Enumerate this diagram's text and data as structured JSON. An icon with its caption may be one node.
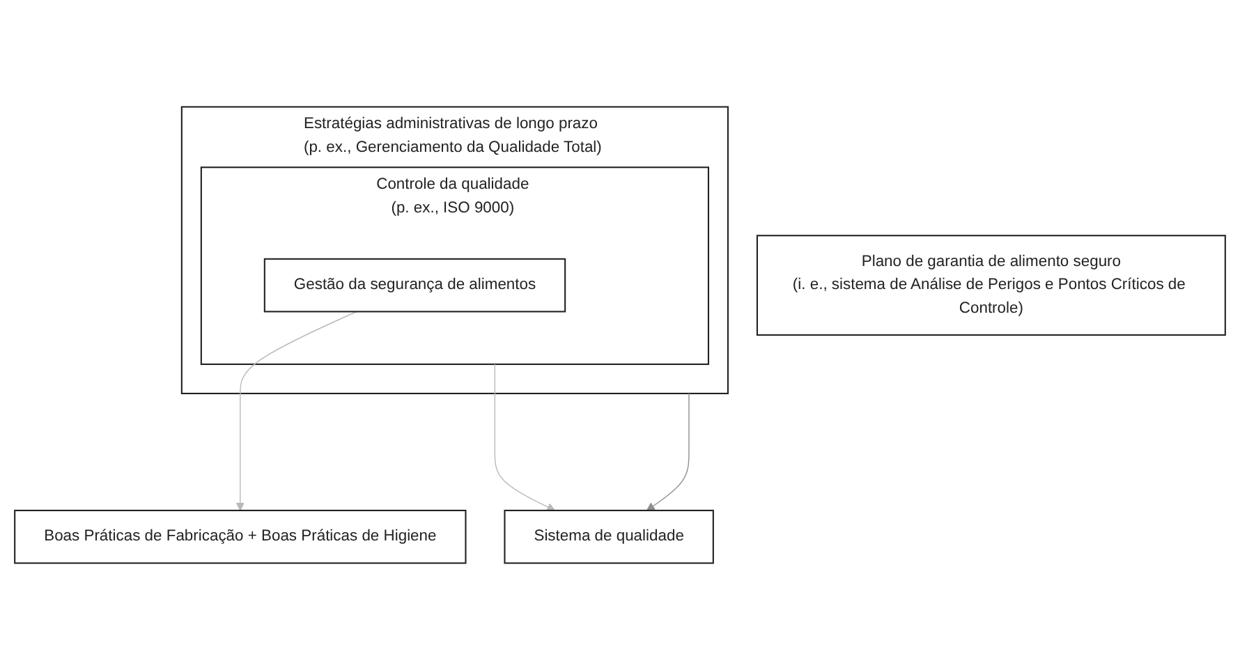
{
  "diagram": {
    "nodes": [
      {
        "text": [
          "Estratégias administrativas de longo prazo",
          "(p. ex., Gerenciamento da Qualidade Total)"
        ]
      },
      {
        "text": [
          "Controle da qualidade",
          "(p. ex., ISO 9000)"
        ],
        "in": 0
      },
      {
        "text": [
          "Gestão da segurança de alimentos"
        ],
        "in": 1
      },
      {
        "text": [
          "Boas Práticas de Fabricação + Boas Práticas de Higiene"
        ]
      },
      {
        "text": [
          "Plano de garantia de alimento seguro",
          "(i. e., sistema de Análise de Perigos e Pontos Críticos de Controle)"
        ]
      },
      {
        "text": [
          "Sistema de qualidade"
        ]
      }
    ],
    "edges": [
      {
        "from": 2,
        "to": 3,
        "arrow": "to"
      },
      {
        "from": 1,
        "to": 5,
        "arrow": "to"
      },
      {
        "from": 0,
        "to": 5,
        "arrow": "to",
        "color": "#8e8f91"
      }
    ]
  }
}
